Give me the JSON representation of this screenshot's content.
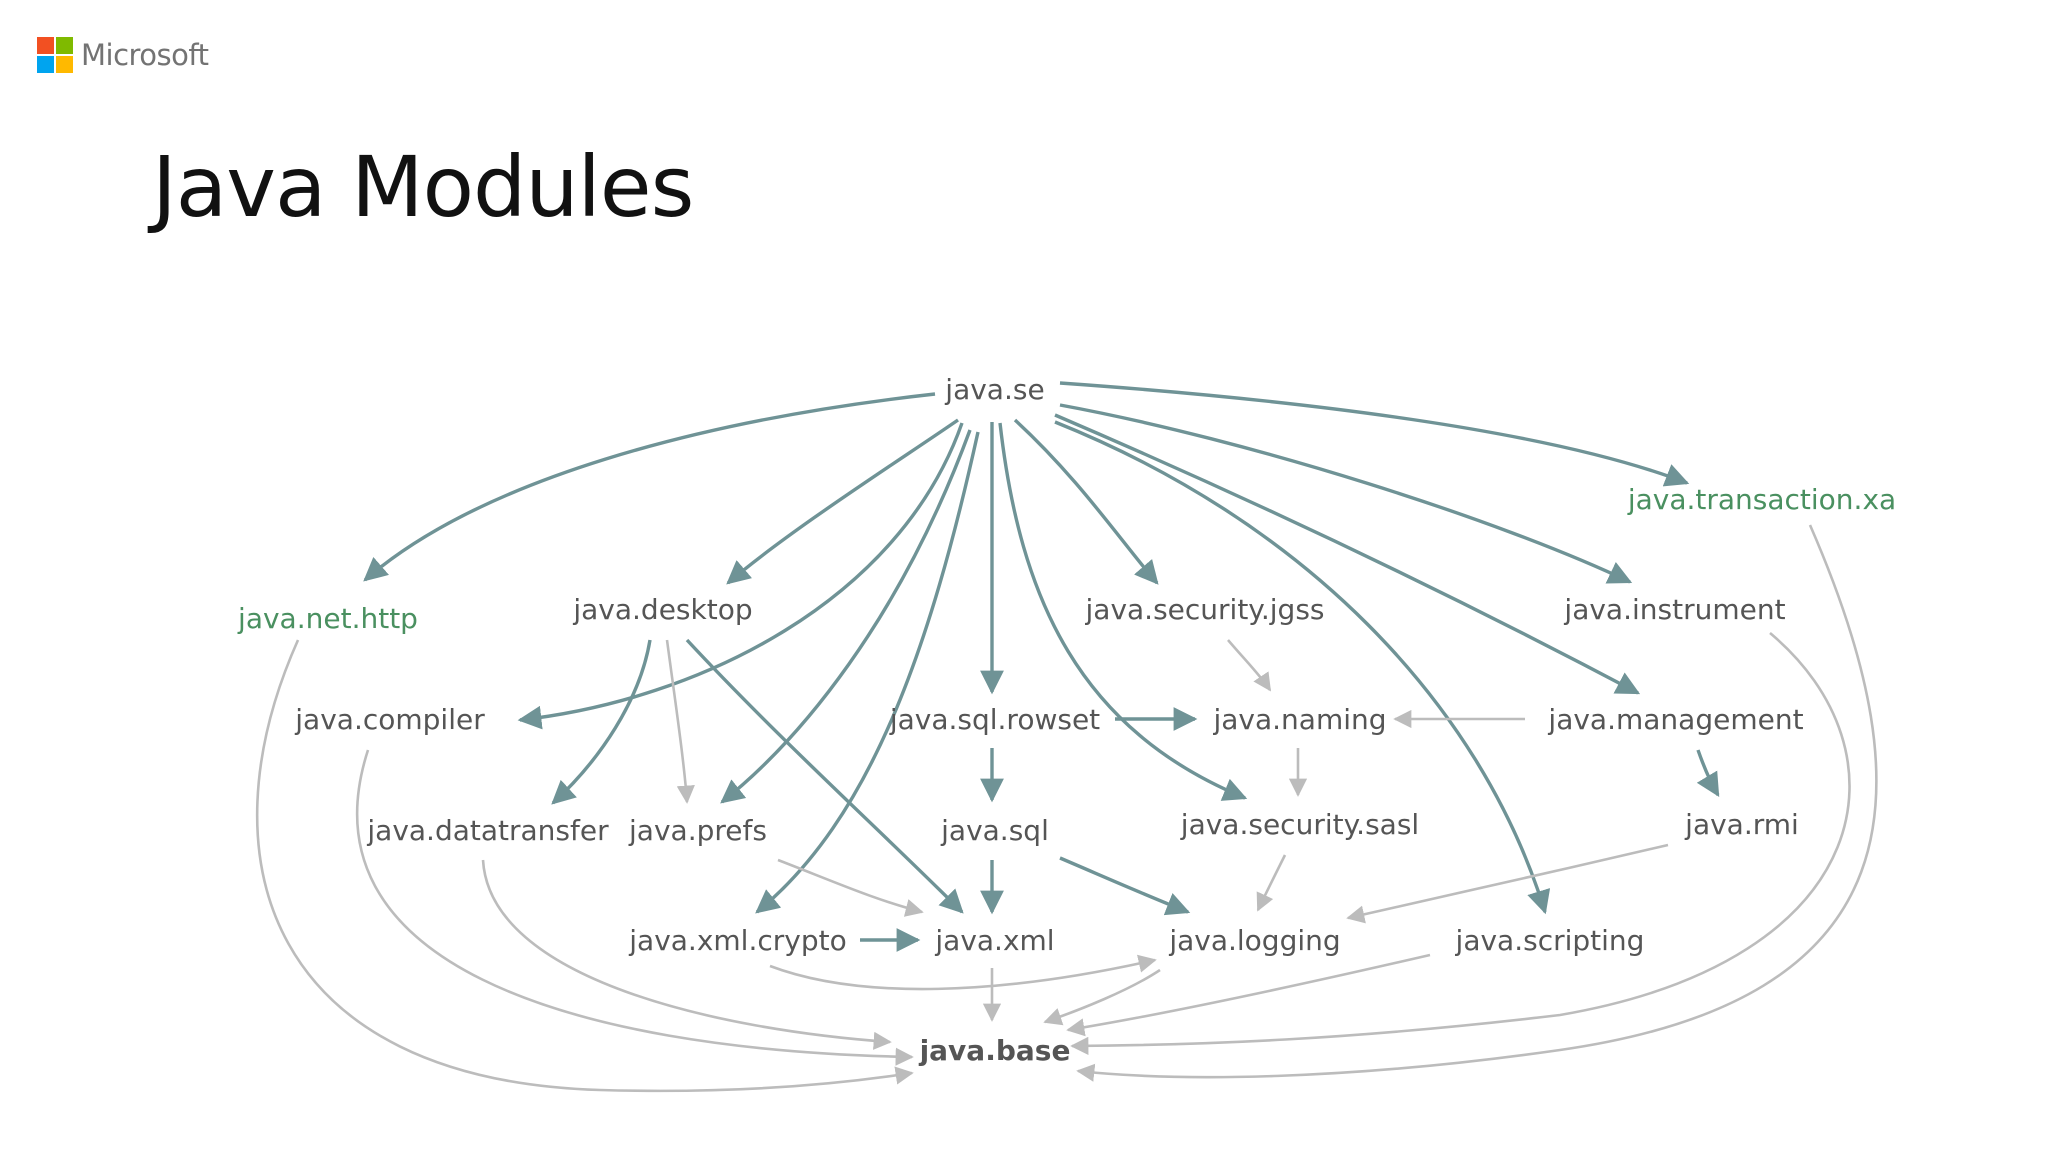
{
  "brand": {
    "name": "Microsoft",
    "logo_colors": [
      "#f25022",
      "#7fba00",
      "#00a4ef",
      "#ffb900"
    ]
  },
  "title": "Java Modules",
  "colors": {
    "module_text": "#555555",
    "highlight_module_text": "#4a9060",
    "primary_edge": "#6f9396",
    "secondary_edge": "#bcbcbc"
  },
  "modules": [
    {
      "id": "java_se",
      "label": "java.se"
    },
    {
      "id": "java_transaction_xa",
      "label": "java.transaction.xa",
      "highlight": true
    },
    {
      "id": "java_net_http",
      "label": "java.net.http",
      "highlight": true
    },
    {
      "id": "java_desktop",
      "label": "java.desktop"
    },
    {
      "id": "java_security_jgss",
      "label": "java.security.jgss"
    },
    {
      "id": "java_instrument",
      "label": "java.instrument"
    },
    {
      "id": "java_compiler",
      "label": "java.compiler"
    },
    {
      "id": "java_sql_rowset",
      "label": "java.sql.rowset"
    },
    {
      "id": "java_naming",
      "label": "java.naming"
    },
    {
      "id": "java_management",
      "label": "java.management"
    },
    {
      "id": "java_datatransfer",
      "label": "java.datatransfer"
    },
    {
      "id": "java_prefs",
      "label": "java.prefs"
    },
    {
      "id": "java_sql",
      "label": "java.sql"
    },
    {
      "id": "java_security_sasl",
      "label": "java.security.sasl"
    },
    {
      "id": "java_rmi",
      "label": "java.rmi"
    },
    {
      "id": "java_xml_crypto",
      "label": "java.xml.crypto"
    },
    {
      "id": "java_xml",
      "label": "java.xml"
    },
    {
      "id": "java_logging",
      "label": "java.logging"
    },
    {
      "id": "java_scripting",
      "label": "java.scripting"
    },
    {
      "id": "java_base",
      "label": "java.base",
      "bold": true
    }
  ],
  "dependencies": [
    {
      "from": "java_se",
      "to": "java_net_http",
      "style": "primary"
    },
    {
      "from": "java_se",
      "to": "java_desktop",
      "style": "primary"
    },
    {
      "from": "java_se",
      "to": "java_compiler",
      "style": "primary"
    },
    {
      "from": "java_se",
      "to": "java_prefs",
      "style": "primary"
    },
    {
      "from": "java_se",
      "to": "java_xml_crypto",
      "style": "primary"
    },
    {
      "from": "java_se",
      "to": "java_sql_rowset",
      "style": "primary"
    },
    {
      "from": "java_se",
      "to": "java_security_sasl",
      "style": "primary"
    },
    {
      "from": "java_se",
      "to": "java_security_jgss",
      "style": "primary"
    },
    {
      "from": "java_se",
      "to": "java_scripting",
      "style": "primary"
    },
    {
      "from": "java_se",
      "to": "java_management",
      "style": "primary"
    },
    {
      "from": "java_se",
      "to": "java_instrument",
      "style": "primary"
    },
    {
      "from": "java_se",
      "to": "java_transaction_xa",
      "style": "primary"
    },
    {
      "from": "java_desktop",
      "to": "java_datatransfer",
      "style": "primary"
    },
    {
      "from": "java_desktop",
      "to": "java_prefs",
      "style": "secondary"
    },
    {
      "from": "java_desktop",
      "to": "java_xml",
      "style": "primary"
    },
    {
      "from": "java_sql_rowset",
      "to": "java_naming",
      "style": "primary"
    },
    {
      "from": "java_sql_rowset",
      "to": "java_sql",
      "style": "primary"
    },
    {
      "from": "java_sql",
      "to": "java_xml",
      "style": "primary"
    },
    {
      "from": "java_sql",
      "to": "java_logging",
      "style": "primary"
    },
    {
      "from": "java_xml_crypto",
      "to": "java_xml",
      "style": "primary"
    },
    {
      "from": "java_management",
      "to": "java_naming",
      "style": "secondary"
    },
    {
      "from": "java_management",
      "to": "java_rmi",
      "style": "primary"
    },
    {
      "from": "java_security_jgss",
      "to": "java_naming",
      "style": "secondary"
    },
    {
      "from": "java_naming",
      "to": "java_security_sasl",
      "style": "secondary"
    },
    {
      "from": "java_security_sasl",
      "to": "java_logging",
      "style": "secondary"
    },
    {
      "from": "java_rmi",
      "to": "java_logging",
      "style": "secondary"
    },
    {
      "from": "java_prefs",
      "to": "java_xml",
      "style": "secondary"
    },
    {
      "from": "java_xml_crypto",
      "to": "java_logging",
      "style": "secondary"
    },
    {
      "from": "java_xml",
      "to": "java_base",
      "style": "secondary"
    },
    {
      "from": "java_logging",
      "to": "java_base",
      "style": "secondary"
    },
    {
      "from": "java_scripting",
      "to": "java_base",
      "style": "secondary"
    },
    {
      "from": "java_instrument",
      "to": "java_base",
      "style": "secondary"
    },
    {
      "from": "java_transaction_xa",
      "to": "java_base",
      "style": "secondary"
    },
    {
      "from": "java_net_http",
      "to": "java_base",
      "style": "secondary"
    },
    {
      "from": "java_compiler",
      "to": "java_base",
      "style": "secondary"
    },
    {
      "from": "java_datatransfer",
      "to": "java_base",
      "style": "secondary"
    }
  ]
}
